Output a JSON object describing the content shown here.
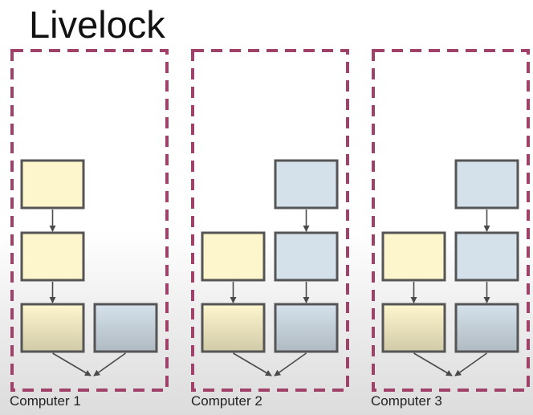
{
  "title": "Livelock",
  "colors": {
    "border_dashed": "#a0416a",
    "box_stroke": "#555555",
    "yellow": "#fdf5cc",
    "blue": "#d4e1ea",
    "arrow": "#4a4a4a"
  },
  "computers": [
    {
      "label": "Computer 1",
      "boxes": [
        {
          "id": "c1-y1",
          "color": "yellow",
          "row": 1,
          "col": 0
        },
        {
          "id": "c1-y2",
          "color": "yellow",
          "row": 2,
          "col": 0
        },
        {
          "id": "c1-y3",
          "color": "yellow",
          "row": 3,
          "col": 0
        },
        {
          "id": "c1-b3",
          "color": "blue",
          "row": 3,
          "col": 1
        }
      ],
      "arrows": [
        [
          "c1-y1",
          "c1-y2"
        ],
        [
          "c1-y2",
          "c1-y3"
        ]
      ]
    },
    {
      "label": "Computer 2",
      "boxes": [
        {
          "id": "c2-b1",
          "color": "blue",
          "row": 1,
          "col": 1
        },
        {
          "id": "c2-y2",
          "color": "yellow",
          "row": 2,
          "col": 0
        },
        {
          "id": "c2-b2",
          "color": "blue",
          "row": 2,
          "col": 1
        },
        {
          "id": "c2-y3",
          "color": "yellow",
          "row": 3,
          "col": 0
        },
        {
          "id": "c2-b3",
          "color": "blue",
          "row": 3,
          "col": 1
        }
      ],
      "arrows": [
        [
          "c2-b1",
          "c2-b2"
        ],
        [
          "c2-y2",
          "c2-y3"
        ],
        [
          "c2-b2",
          "c2-b3"
        ]
      ]
    },
    {
      "label": "Computer 3",
      "boxes": [
        {
          "id": "c3-b1",
          "color": "blue",
          "row": 1,
          "col": 1
        },
        {
          "id": "c3-y2",
          "color": "yellow",
          "row": 2,
          "col": 0
        },
        {
          "id": "c3-b2",
          "color": "blue",
          "row": 2,
          "col": 1
        },
        {
          "id": "c3-y3",
          "color": "yellow",
          "row": 3,
          "col": 0
        },
        {
          "id": "c3-b3",
          "color": "blue",
          "row": 3,
          "col": 1
        }
      ],
      "arrows": [
        [
          "c3-b1",
          "c3-b2"
        ],
        [
          "c3-y2",
          "c3-y3"
        ],
        [
          "c3-b2",
          "c3-b3"
        ]
      ]
    }
  ]
}
